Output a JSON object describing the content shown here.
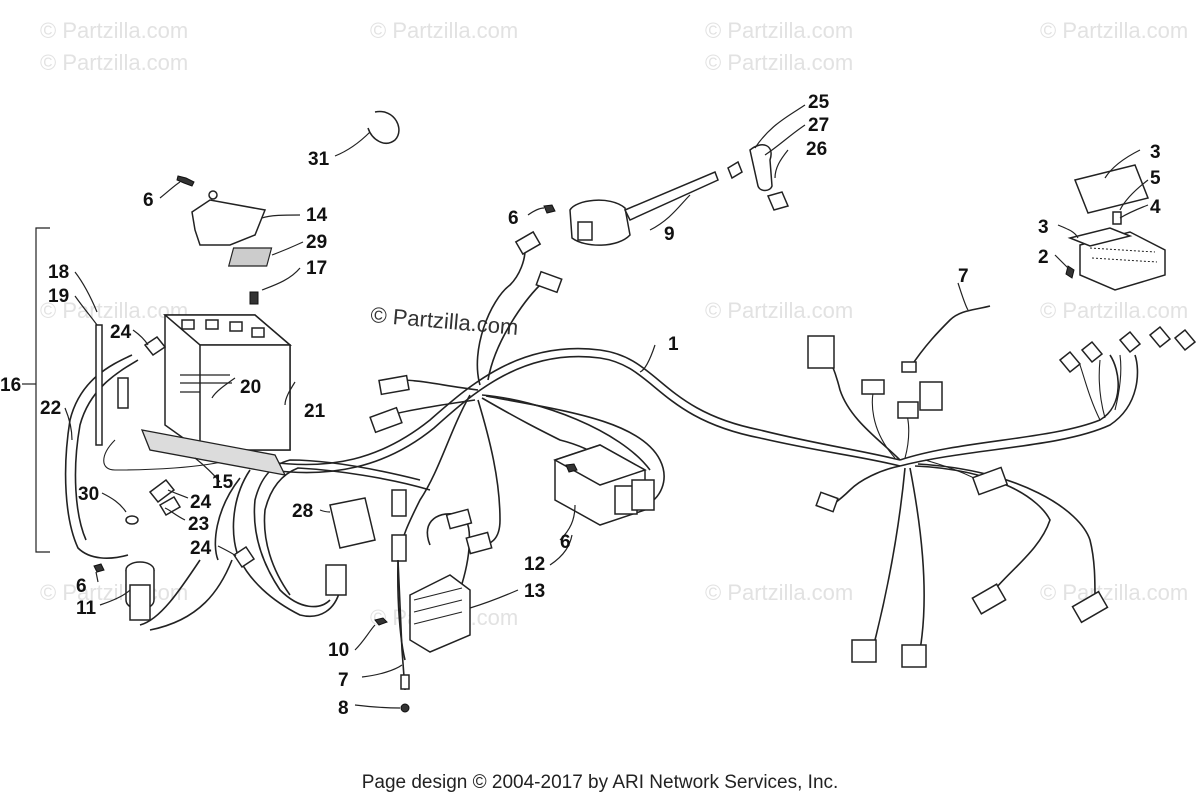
{
  "watermark": {
    "text": "© Partzilla.com",
    "main_text": "© Partzilla.com"
  },
  "callouts": [
    {
      "id": "c1",
      "text": "1"
    },
    {
      "id": "c2",
      "text": "2"
    },
    {
      "id": "c3a",
      "text": "3"
    },
    {
      "id": "c3b",
      "text": "3"
    },
    {
      "id": "c4",
      "text": "4"
    },
    {
      "id": "c5",
      "text": "5"
    },
    {
      "id": "c6a",
      "text": "6"
    },
    {
      "id": "c6b",
      "text": "6"
    },
    {
      "id": "c6c",
      "text": "6"
    },
    {
      "id": "c6d",
      "text": "6"
    },
    {
      "id": "c7a",
      "text": "7"
    },
    {
      "id": "c7b",
      "text": "7"
    },
    {
      "id": "c8",
      "text": "8"
    },
    {
      "id": "c9",
      "text": "9"
    },
    {
      "id": "c10",
      "text": "10"
    },
    {
      "id": "c11",
      "text": "11"
    },
    {
      "id": "c12",
      "text": "12"
    },
    {
      "id": "c13",
      "text": "13"
    },
    {
      "id": "c14",
      "text": "14"
    },
    {
      "id": "c15",
      "text": "15"
    },
    {
      "id": "c16",
      "text": "16"
    },
    {
      "id": "c17",
      "text": "17"
    },
    {
      "id": "c18",
      "text": "18"
    },
    {
      "id": "c19",
      "text": "19"
    },
    {
      "id": "c20",
      "text": "20"
    },
    {
      "id": "c21",
      "text": "21"
    },
    {
      "id": "c22",
      "text": "22"
    },
    {
      "id": "c23",
      "text": "23"
    },
    {
      "id": "c24a",
      "text": "24"
    },
    {
      "id": "c24b",
      "text": "24"
    },
    {
      "id": "c24c",
      "text": "24"
    },
    {
      "id": "c25",
      "text": "25"
    },
    {
      "id": "c26",
      "text": "26"
    },
    {
      "id": "c27",
      "text": "27"
    },
    {
      "id": "c28",
      "text": "28"
    },
    {
      "id": "c29",
      "text": "29"
    },
    {
      "id": "c30",
      "text": "30"
    },
    {
      "id": "c31",
      "text": "31"
    }
  ],
  "footer": "Page design © 2004-2017 by ARI Network Services, Inc."
}
